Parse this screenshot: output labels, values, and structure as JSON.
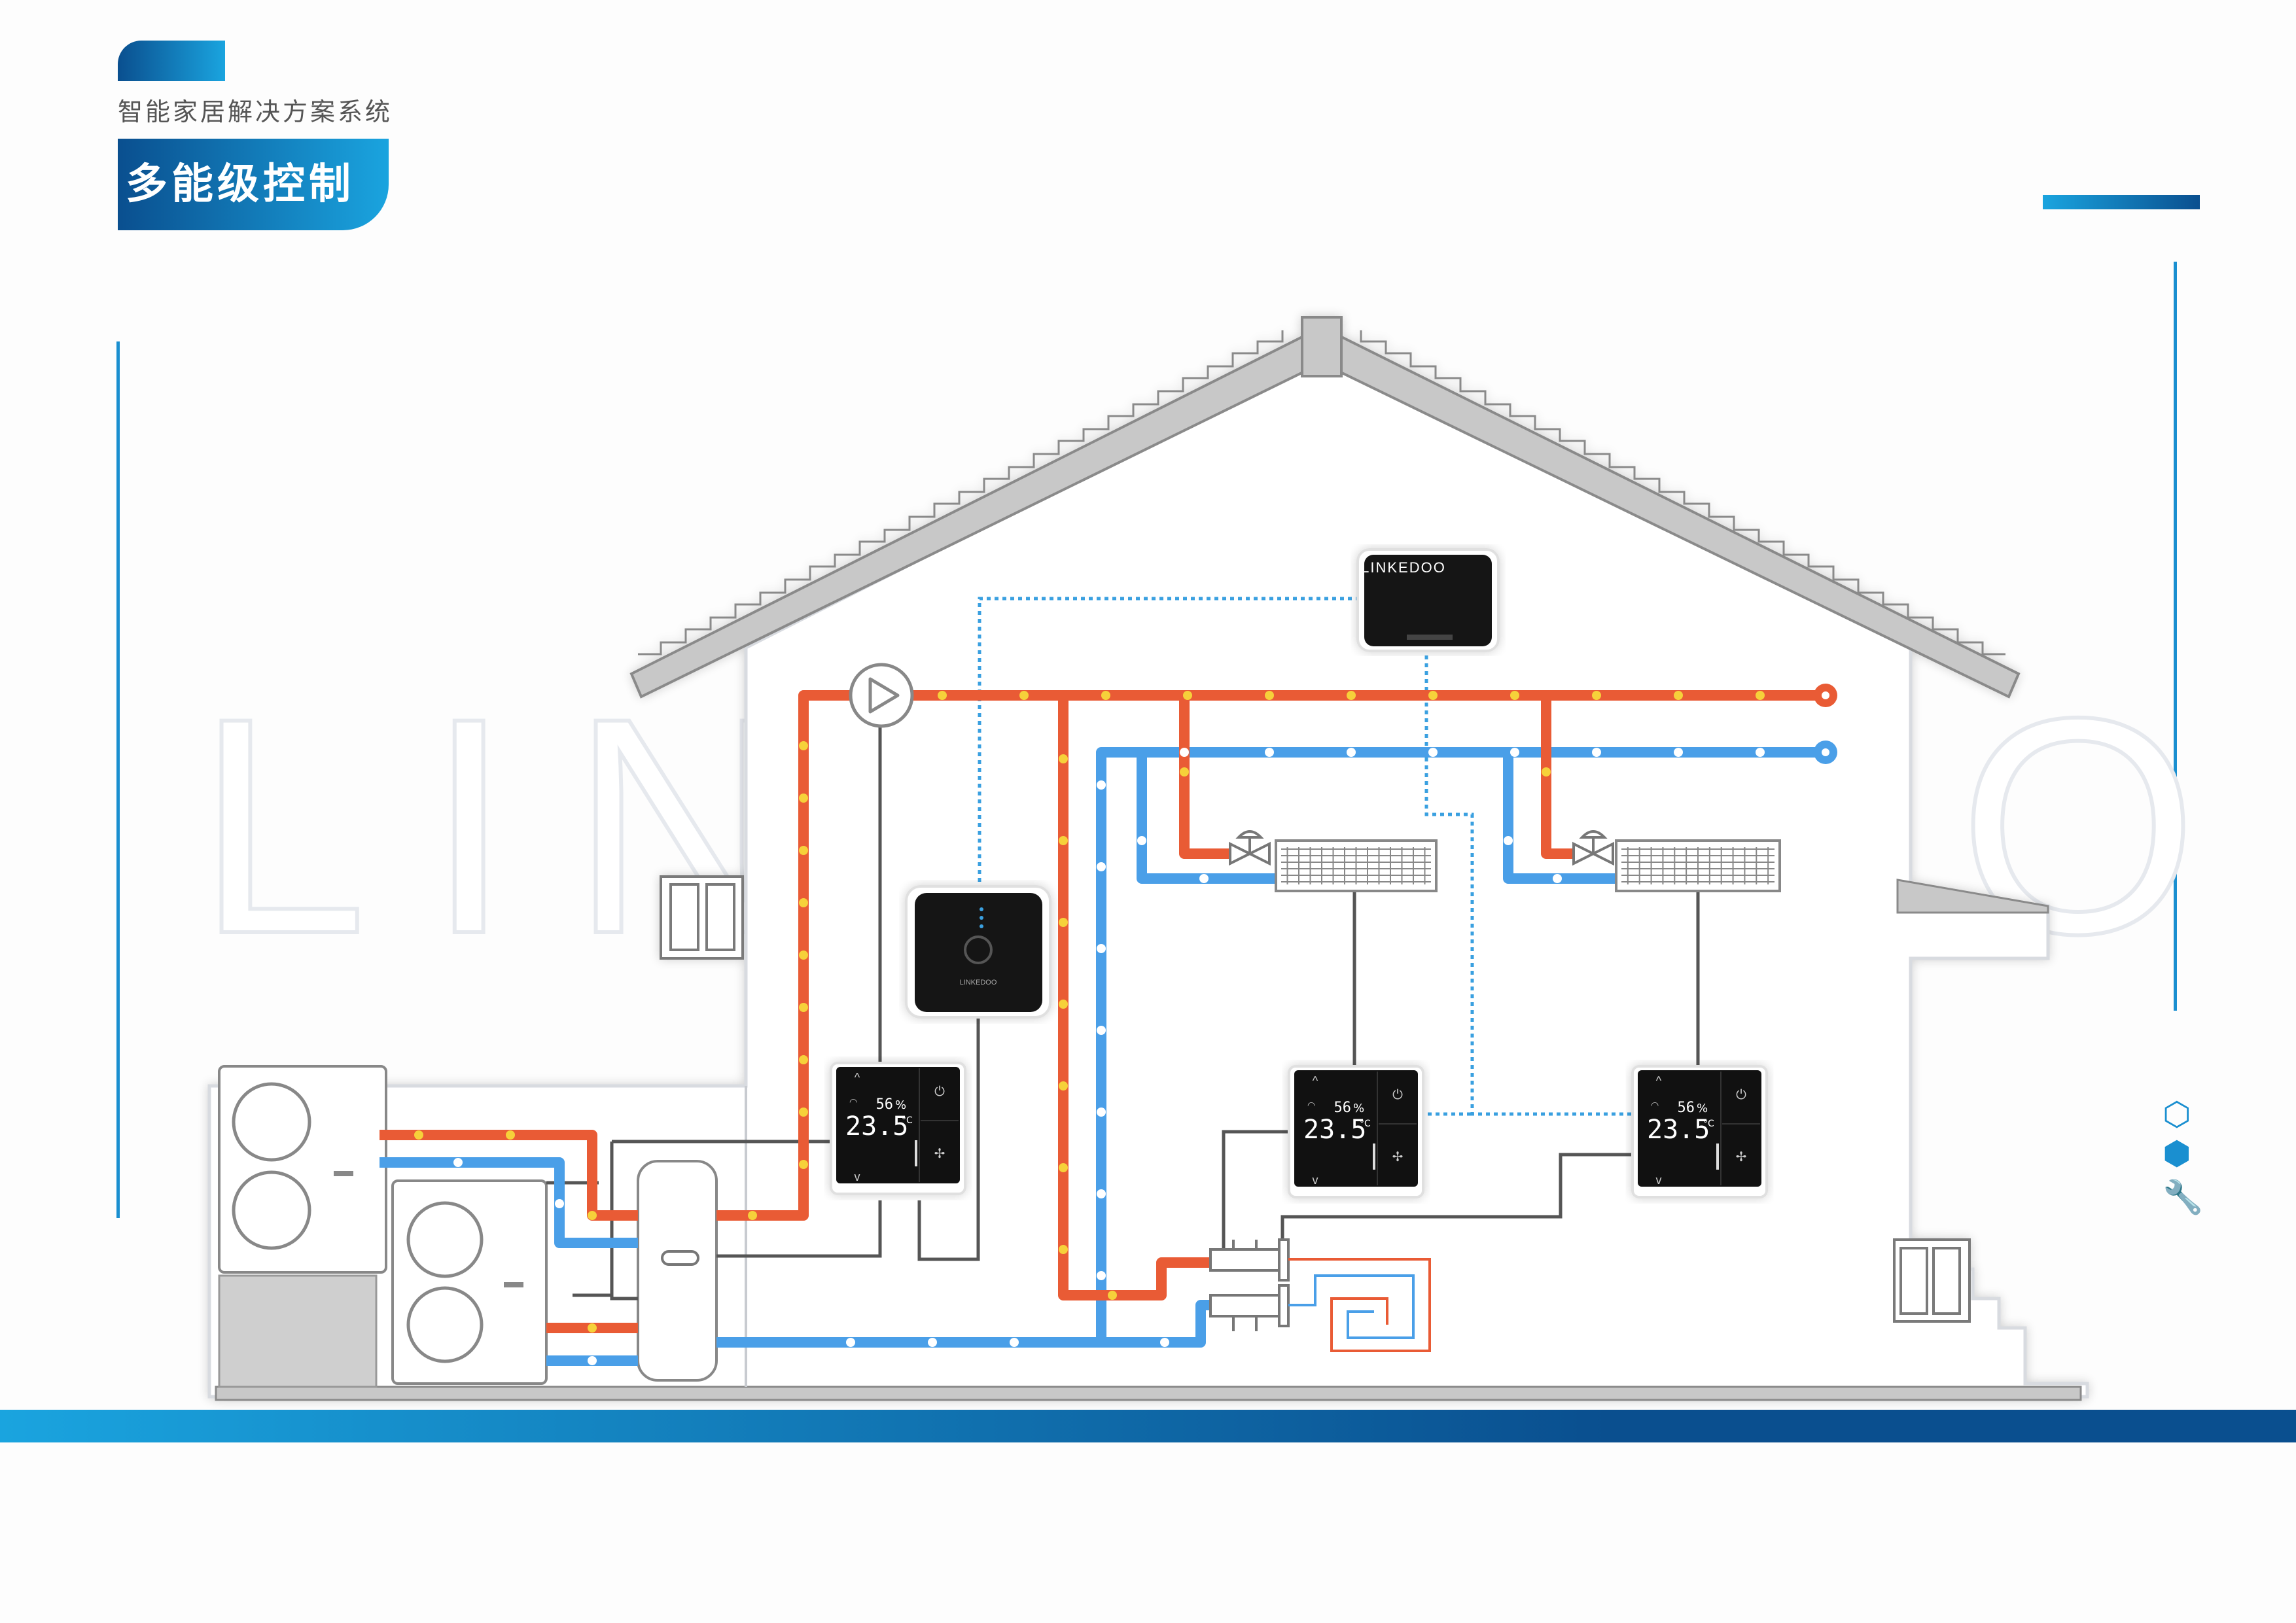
{
  "header": {
    "subtitle": "智能家居解决方案系统",
    "title": "多能级控制"
  },
  "watermark": "LINKEDOO",
  "devices": {
    "hub_brand": "LINKEDOO",
    "gateway_brand": "LINKEDOO"
  },
  "thermostats": [
    {
      "humidity": "56",
      "humidity_unit": "%",
      "temperature": "23.5",
      "temp_unit": "°C"
    },
    {
      "humidity": "56",
      "humidity_unit": "%",
      "temperature": "23.5",
      "temp_unit": "°C"
    },
    {
      "humidity": "56",
      "humidity_unit": "%",
      "temperature": "23.5",
      "temp_unit": "°C"
    }
  ],
  "colors": {
    "hot_pipe": "#e95b35",
    "cold_pipe": "#4a9fe8",
    "signal_line": "#3aa0e0",
    "control_wire": "#555555",
    "accent_dark": "#0a4f8f",
    "accent_light": "#1aa4df",
    "dot": "#f6d13a"
  },
  "side_icons": [
    "hex-nut-icon",
    "hex-nut-icon",
    "wrench-icon"
  ]
}
